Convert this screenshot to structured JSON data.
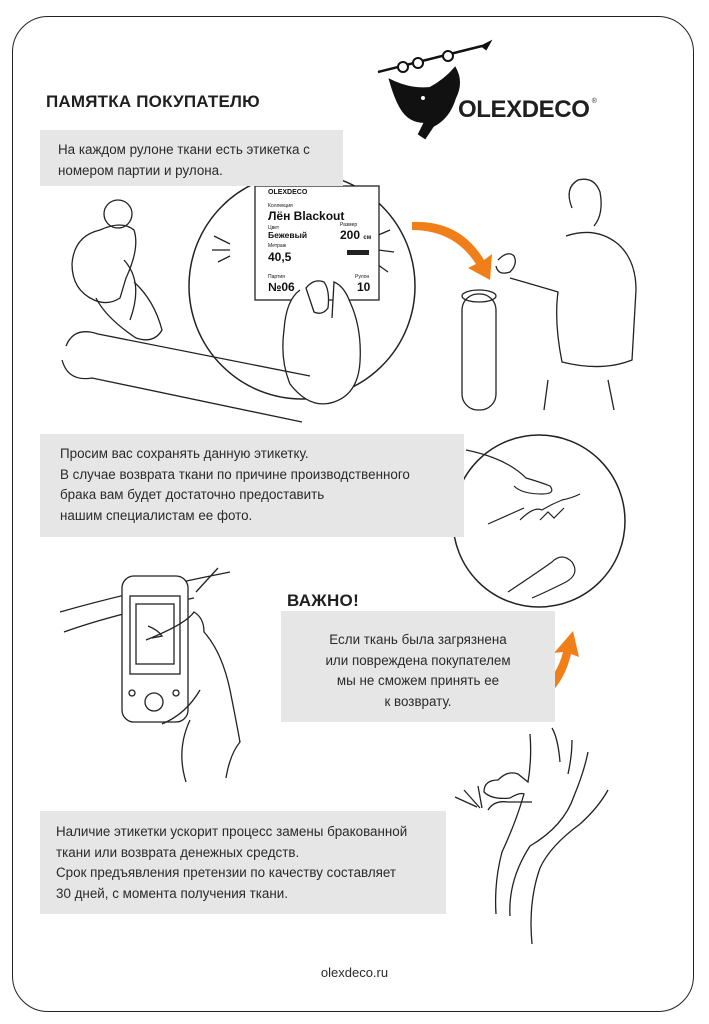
{
  "heading": "ПАМЯТКА ПОКУПАТЕЛЮ",
  "brand": {
    "name": "OLEXDECO",
    "registered": "®",
    "color": "#f07f1a"
  },
  "intro_lines": [
    "На каждом рулоне ткани есть этикетка с",
    "номером партии и рулона."
  ],
  "label": {
    "brand": "OLEXDECO",
    "collection_caption": "Коллекция",
    "collection": "Лён Blackout",
    "color_caption": "Цвет",
    "color_value": "Бежевый",
    "size_caption": "Размер",
    "size_value": "200",
    "size_unit": "см",
    "metrage_caption": "Метраж",
    "metrage_value": "40,5",
    "batch_caption": "Партия",
    "batch_value": "№06",
    "roll_caption": "Рулон",
    "roll_value": "10"
  },
  "keep_label_lines": [
    "Просим вас сохранять данную этикетку.",
    "В случае возврата ткани по причине производственного",
    "брака вам будет достаточно предоставить",
    "нашим специалистам ее фото."
  ],
  "important_heading": "ВАЖНО!",
  "important_lines": [
    "Если ткань была загрязнена",
    "или повреждена покупателем",
    "мы не сможем принять ее",
    "к возврату."
  ],
  "final_lines": [
    "Наличие этикетки ускорит процесс замены бракованной",
    "ткани или возврата денежных средств.",
    "Срок предъявления претензии по качеству составляет",
    "30 дней, с момента  получения ткани."
  ],
  "website": "olexdeco.ru",
  "icons": [
    "mascot-logo",
    "orange-arrow",
    "phone-illustration",
    "hand-illustration"
  ]
}
